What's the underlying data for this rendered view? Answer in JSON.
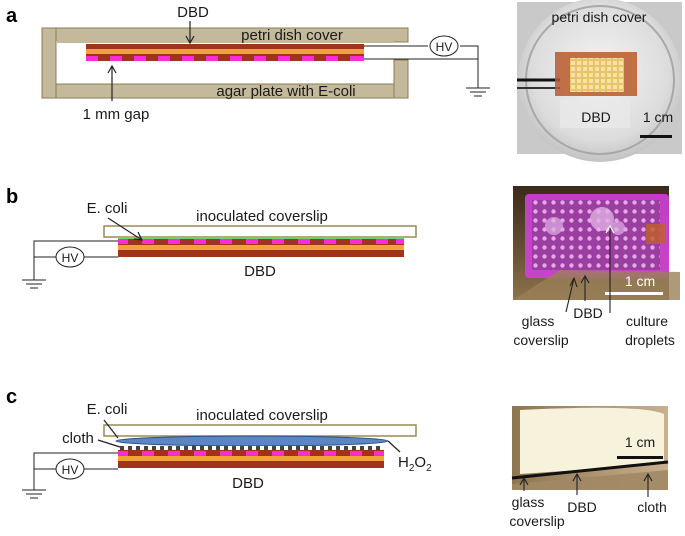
{
  "panels": {
    "a": {
      "letter": "a",
      "labels": {
        "dbd": "DBD",
        "cover": "petri dish cover",
        "hv": "HV",
        "agar": "agar plate with E-coli",
        "gap": "1 mm gap"
      },
      "photo": {
        "cover": "petri dish cover",
        "dbd": "DBD",
        "scale": "1 cm"
      }
    },
    "b": {
      "letter": "b",
      "labels": {
        "ecoli": "E. coli",
        "coverslip": "inoculated coverslip",
        "hv": "HV",
        "dbd": "DBD"
      },
      "photo": {
        "scale": "1 cm",
        "glass_line1": "glass",
        "glass_line2": "coverslip",
        "dbd": "DBD",
        "culture_line1": "culture",
        "culture_line2": "droplets"
      }
    },
    "c": {
      "letter": "c",
      "labels": {
        "ecoli": "E. coli",
        "coverslip": "inoculated coverslip",
        "cloth": "cloth",
        "h2o2_main": "H",
        "h2o2_sub1": "2",
        "h2o2_o": "O",
        "h2o2_sub2": "2",
        "hv": "HV",
        "dbd": "DBD"
      },
      "photo": {
        "scale": "1 cm",
        "glass_line1": "glass",
        "glass_line2": "coverslip",
        "dbd": "DBD",
        "cloth": "cloth"
      }
    }
  },
  "colors": {
    "tan_frame": "#c4b99a",
    "dbd_dark": "#a0331c",
    "dbd_orange": "#f2a23a",
    "electrode_magenta": "#ff2bd6",
    "coverslip_stroke": "#9a8a55",
    "hydrogen_peroxide_blue": "#5b86c4"
  }
}
